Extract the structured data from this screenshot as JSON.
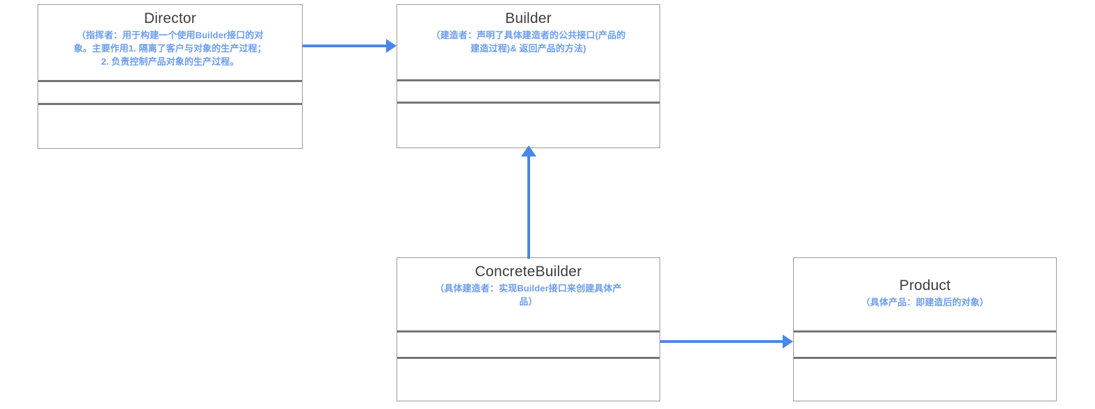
{
  "diagram": {
    "type": "uml-class-diagram",
    "title": "Builder Pattern UML Class Diagram",
    "accent_color": "#4a86e8",
    "note_color": "#6d9eeb",
    "title_color": "#3c3c3c",
    "border_color": "#9a9a9a",
    "divider_color": "#757575",
    "background": "#ffffff"
  },
  "classes": [
    {
      "id": "director",
      "name": "Director",
      "note_lines": [
        "（指挥者：用于构建一个使用Builder接口的对",
        "象。主要作用1. 隔离了客户与对象的生产过程；",
        "2. 负责控制产品对象的生产过程。"
      ],
      "attributes": [],
      "methods": []
    },
    {
      "id": "builder",
      "name": "Builder",
      "note_lines": [
        "（建造者：声明了具体建造者的公共接口(产品的",
        "建造过程)& 返回产品的方法)"
      ],
      "attributes": [],
      "methods": []
    },
    {
      "id": "concrete-builder",
      "name": "ConcreteBuilder",
      "note_lines": [
        "（具体建造者：实现Builder接口来创建具体产",
        "品）"
      ],
      "attributes": [],
      "methods": []
    },
    {
      "id": "product",
      "name": "Product",
      "note_lines": [
        "（具体产品：即建造后的对象）"
      ],
      "attributes": [],
      "methods": []
    }
  ],
  "connectors": [
    {
      "id": "director-to-builder",
      "from": "director",
      "to": "builder",
      "style": "solid",
      "arrowhead": "filled-triangle",
      "direction": "right",
      "color": "#4a86e8"
    },
    {
      "id": "concretebuilder-to-builder",
      "from": "concrete-builder",
      "to": "builder",
      "style": "solid",
      "arrowhead": "filled-triangle",
      "direction": "up",
      "color": "#4a86e8"
    },
    {
      "id": "concretebuilder-to-product",
      "from": "concrete-builder",
      "to": "product",
      "style": "solid",
      "arrowhead": "filled-triangle",
      "direction": "right",
      "color": "#4a86e8"
    }
  ]
}
